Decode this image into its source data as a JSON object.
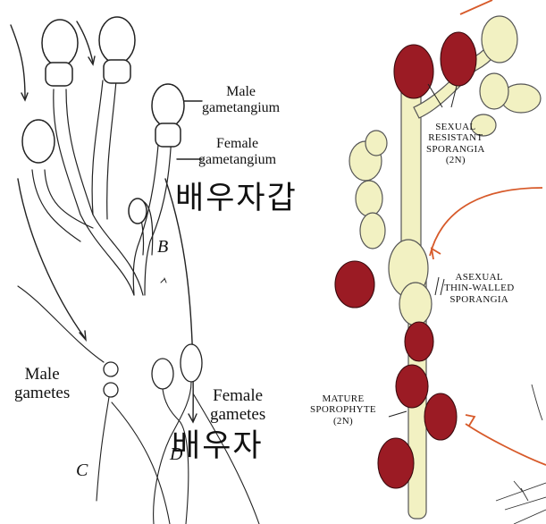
{
  "left_diagram": {
    "labels": {
      "male_gametangium": "Male\ngametangium",
      "female_gametangium": "Female\ngametangium",
      "male_gametes": "Male\ngametes",
      "female_gametes": "Female\ngametes",
      "panel_b": "B",
      "panel_c": "C",
      "panel_d": "D"
    },
    "overlay_text": {
      "korean_top": "배우자갑",
      "korean_bottom": "배우자"
    }
  },
  "right_diagram": {
    "labels": {
      "sexual_sporangia": "SEXUAL\nRESISTANT\nSPORANGIA\n(2n)",
      "asexual_sporangia": "ASEXUAL\nTHIN-WALLED\nSPORANGIA",
      "mature_sporophyte": "MATURE\nSPOROPHYTE\n(2n)"
    },
    "colors": {
      "sporophyte_fill": "#f2f1c2",
      "resistant_sporangia": "#9b1b24",
      "arrows": "#d75a2a"
    }
  }
}
